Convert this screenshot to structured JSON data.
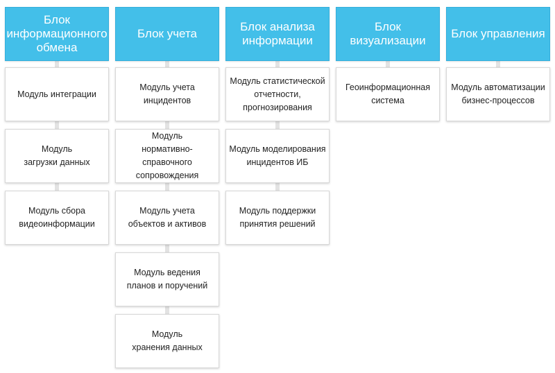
{
  "accent_color": "#43bfe9",
  "blocks": [
    {
      "title": "Блок\nинформационного\nобмена",
      "modules": [
        "Модуль интеграции",
        "Модуль\nзагрузки данных",
        "Модуль сбора\nвидеоинформации"
      ]
    },
    {
      "title": "Блок учета",
      "modules": [
        "Модуль учета\nинцидентов",
        "Модуль\nнормативно-справочного\nсопровождения",
        "Модуль учета\nобъектов и активов",
        "Модуль ведения\nпланов и поручений",
        "Модуль\nхранения данных"
      ]
    },
    {
      "title": "Блок анализа\nинформации",
      "modules": [
        "Модуль статистической\nотчетности,\nпрогнозирования",
        "Модуль моделирования\nинцидентов ИБ",
        "Модуль поддержки\nпринятия решений"
      ]
    },
    {
      "title": "Блок\nвизуализации",
      "modules": [
        "Геоинформационная\nсистема"
      ]
    },
    {
      "title": "Блок управления",
      "modules": [
        "Модуль автоматизации\nбизнес-процессов"
      ]
    }
  ]
}
